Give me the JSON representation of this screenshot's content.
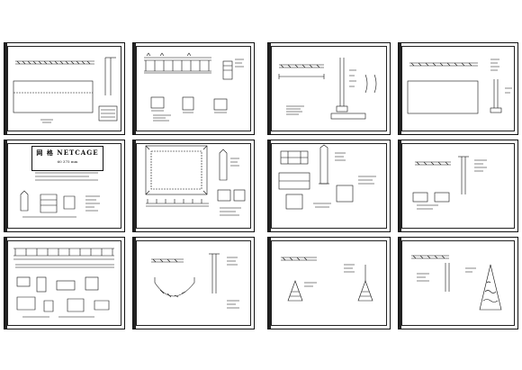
{
  "sheets": [
    {
      "id": 1
    },
    {
      "id": 2
    },
    {
      "id": 3
    },
    {
      "id": 4
    },
    {
      "id": 5,
      "title": "网 格  NETCAGE",
      "subtitle": "60 375 mm"
    },
    {
      "id": 6
    },
    {
      "id": 7
    },
    {
      "id": 8
    },
    {
      "id": 9
    },
    {
      "id": 10
    },
    {
      "id": 11
    },
    {
      "id": 12
    }
  ],
  "colors": {
    "ink": "#111111",
    "paper": "#ffffff"
  }
}
